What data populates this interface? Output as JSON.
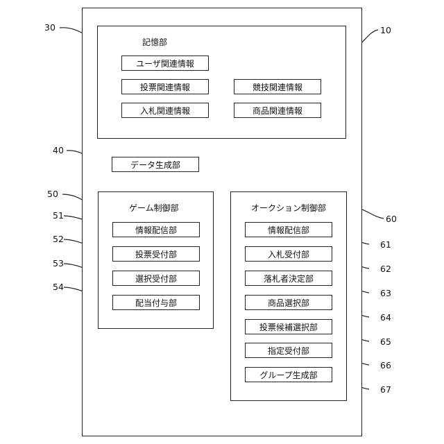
{
  "device": {
    "ref": "10"
  },
  "storage": {
    "ref": "30",
    "title": "記憶部",
    "items": [
      "ユーザ関連情報",
      "投票関連情報",
      "競技関連情報",
      "入札関連情報",
      "商品関連情報"
    ]
  },
  "data_gen": {
    "ref": "40",
    "label": "データ生成部"
  },
  "game": {
    "ref": "50",
    "title": "ゲーム制御部",
    "items": [
      {
        "ref": "51",
        "label": "情報配信部"
      },
      {
        "ref": "52",
        "label": "投票受付部"
      },
      {
        "ref": "53",
        "label": "選択受付部"
      },
      {
        "ref": "54",
        "label": "配当付与部"
      }
    ]
  },
  "auction": {
    "ref": "60",
    "title": "オークション制御部",
    "items": [
      {
        "ref": "61",
        "label": "情報配信部"
      },
      {
        "ref": "62",
        "label": "入札受付部"
      },
      {
        "ref": "63",
        "label": "落札者決定部"
      },
      {
        "ref": "64",
        "label": "商品選択部"
      },
      {
        "ref": "65",
        "label": "投票候補選択部"
      },
      {
        "ref": "66",
        "label": "指定受付部"
      },
      {
        "ref": "67",
        "label": "グループ生成部"
      }
    ]
  }
}
